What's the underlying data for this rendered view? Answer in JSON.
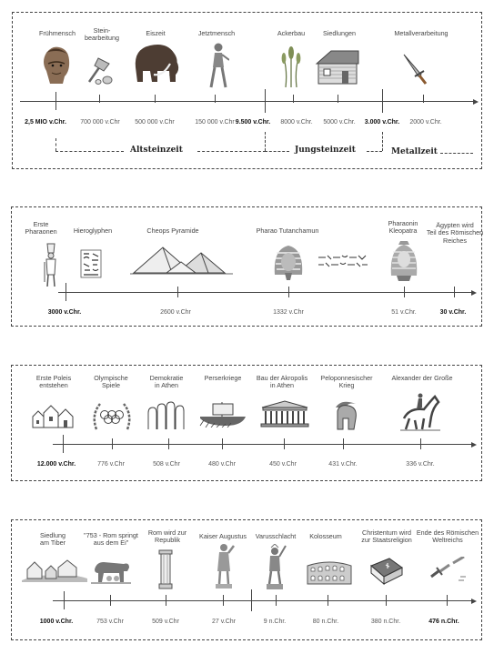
{
  "rows": [
    {
      "events": [
        {
          "label": "Frühmensch",
          "date": "2,5 MIO v.Chr.",
          "bold": true,
          "icon": "early-human-icon"
        },
        {
          "label": "Stein-\nbearbeitung",
          "date": "700 000 v.Chr",
          "bold": false,
          "icon": "stone-tools-icon"
        },
        {
          "label": "Eiszeit",
          "date": "500 000 v.Chr",
          "bold": false,
          "icon": "mammoth-icon"
        },
        {
          "label": "Jetztmensch",
          "date": "150 000 v.Chr",
          "bold": false,
          "icon": "modern-human-icon"
        },
        {
          "label": "",
          "date": "9.500 v.Chr.",
          "bold": true,
          "icon": ""
        },
        {
          "label": "Ackerbau",
          "date": "8000 v.Chr.",
          "bold": false,
          "icon": "wheat-icon"
        },
        {
          "label": "Siedlungen",
          "date": "5000 v.Chr.",
          "bold": false,
          "icon": "house-icon"
        },
        {
          "label": "",
          "date": "3.000 v.Chr.",
          "bold": true,
          "icon": ""
        },
        {
          "label": "Metallverarbeitung",
          "date": "2000 v.Chr.",
          "bold": false,
          "icon": "dagger-icon"
        }
      ],
      "eras": [
        "Altsteinzeit",
        "Jungsteinzeit",
        "Metallzeit"
      ]
    },
    {
      "events": [
        {
          "label": "Erste\nPharaonen",
          "date": "3000 v.Chr.",
          "bold": true,
          "icon": "pharaoh-icon"
        },
        {
          "label": "Hieroglyphen",
          "date": "",
          "bold": false,
          "icon": "hieroglyphs-icon"
        },
        {
          "label": "Cheops Pyramide",
          "date": "2600 v.Chr",
          "bold": false,
          "icon": "pyramids-icon"
        },
        {
          "label": "Pharao Tutanchamun",
          "date": "1332 v.Chr",
          "bold": false,
          "icon": "tutankhamun-mask-icon"
        },
        {
          "label": "",
          "date": "",
          "bold": false,
          "icon": "hieroglyph-inscription-icon"
        },
        {
          "label": "Pharaonin\nKleopatra",
          "date": "51 v.Chr.",
          "bold": false,
          "icon": "cleopatra-icon"
        },
        {
          "label": "Ägypten wird\nTeil des Römischen\nReiches",
          "date": "30 v.Chr.",
          "bold": true,
          "icon": ""
        }
      ]
    },
    {
      "events": [
        {
          "label": "Erste Poleis\nentstehen",
          "date": "12.000 v.Chr.",
          "bold": true,
          "icon": "city-houses-icon"
        },
        {
          "label": "Olympische\nSpiele",
          "date": "776 v.Chr",
          "bold": false,
          "icon": "olympic-rings-icon"
        },
        {
          "label": "Demokratie\nin Athen",
          "date": "508 v.Chr",
          "bold": false,
          "icon": "raised-hands-icon"
        },
        {
          "label": "Perserkriege",
          "date": "480 v.Chr",
          "bold": false,
          "icon": "warship-icon"
        },
        {
          "label": "Bau der Akropolis\nin Athen",
          "date": "450 v.Chr",
          "bold": false,
          "icon": "parthenon-icon"
        },
        {
          "label": "Peloponnesischer\nKrieg",
          "date": "431 v.Chr.",
          "bold": false,
          "icon": "greek-helmet-icon"
        },
        {
          "label": "Alexander der Große",
          "date": "336 v.Chr.",
          "bold": false,
          "icon": "horse-rider-icon"
        }
      ]
    },
    {
      "events": [
        {
          "label": "Siedlung\nam Tiber",
          "date": "1000 v.Chr.",
          "bold": true,
          "icon": "village-icon"
        },
        {
          "label": "\"753 - Rom springt\naus dem Ei\"",
          "date": "753 v.Chr",
          "bold": false,
          "icon": "she-wolf-icon"
        },
        {
          "label": "Rom wird zur\nRepublik",
          "date": "509 v.Chr",
          "bold": false,
          "icon": "column-icon"
        },
        {
          "label": "Kaiser Augustus",
          "date": "27 v.Chr",
          "bold": false,
          "icon": "augustus-statue-icon"
        },
        {
          "label": "Varusschlacht",
          "date": "9 n.Chr.",
          "bold": false,
          "icon": "warrior-statue-icon"
        },
        {
          "label": "Kolosseum",
          "date": "80 n.Chr.",
          "bold": false,
          "icon": "colosseum-icon"
        },
        {
          "label": "Christentum wird\nzur Staatsreligion",
          "date": "380 n.Chr.",
          "bold": false,
          "icon": "bible-icon"
        },
        {
          "label": "Ende des Römischen\nWeltreichs",
          "date": "476 n.Chr.",
          "bold": true,
          "icon": "broken-sword-icon"
        }
      ]
    }
  ]
}
